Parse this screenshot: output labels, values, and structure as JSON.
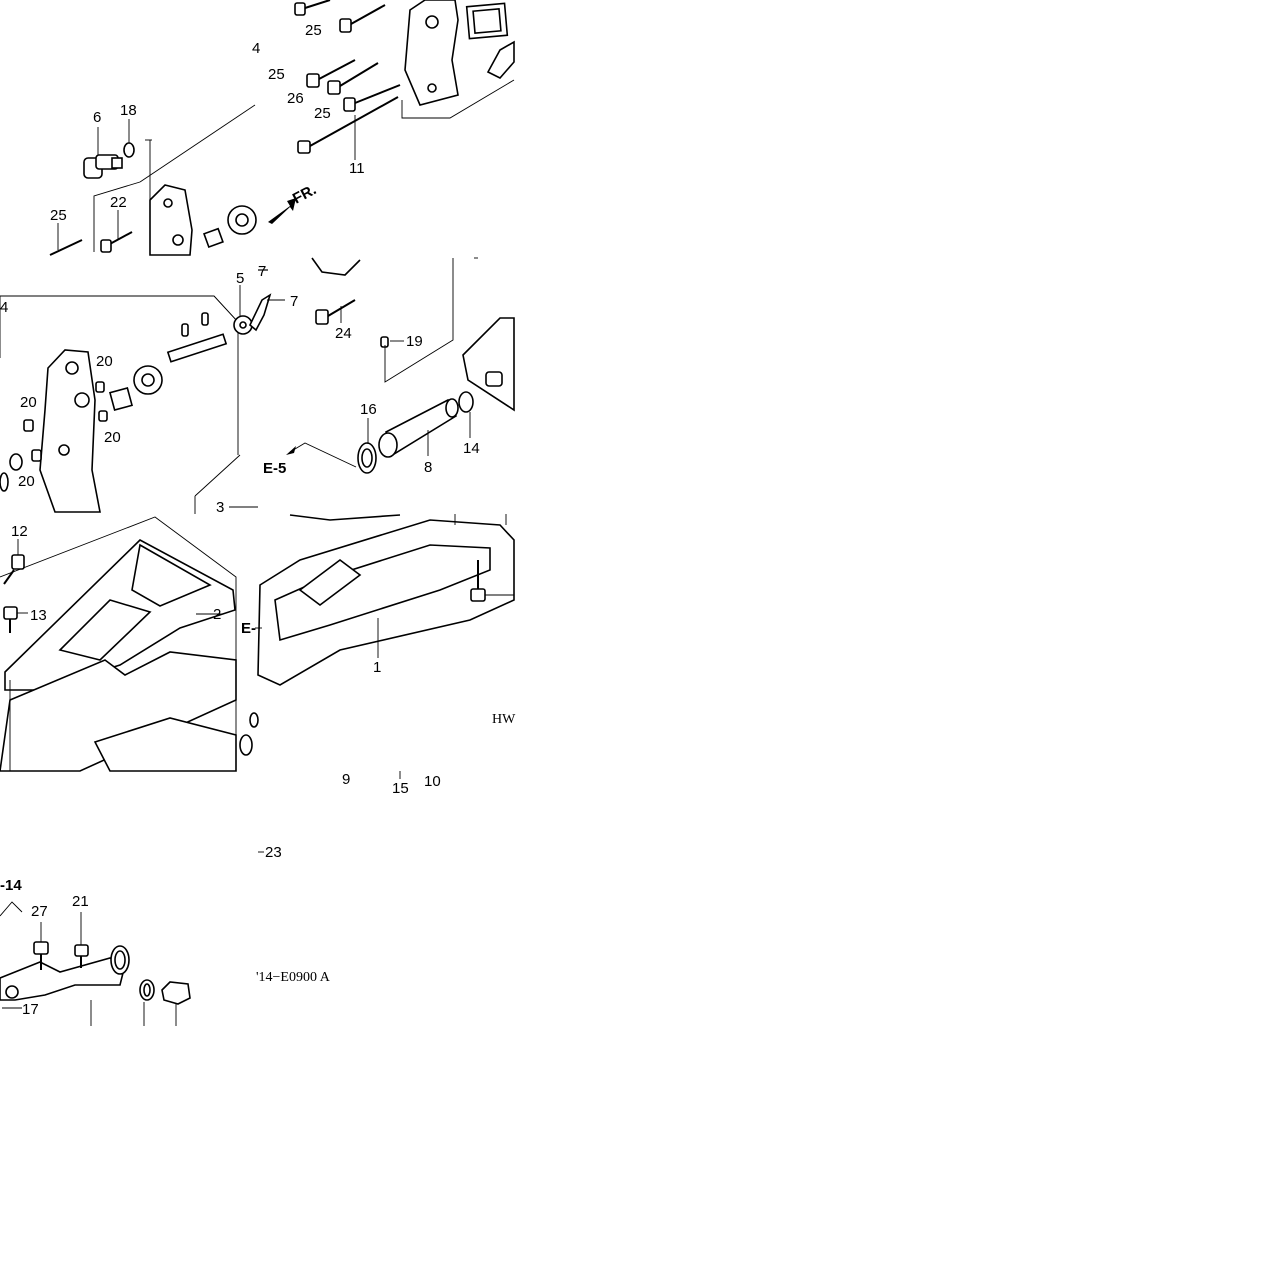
{
  "callouts": {
    "c25a": "25",
    "c25b": "25",
    "c25c": "25",
    "c25d": "25",
    "c26": "26",
    "c11": "11",
    "c6": "6",
    "c18": "18",
    "c22": "22",
    "c4a": "4",
    "c4b": "4",
    "c5": "5",
    "c7a": "7",
    "c7b": "7",
    "c24": "24",
    "c19": "19",
    "c20a": "20",
    "c20b": "20",
    "c20c": "20",
    "c20d": "20",
    "c16": "16",
    "c8": "8",
    "c14": "14",
    "c3": "3",
    "c12": "12",
    "c13": "13",
    "c2": "2",
    "c1": "1",
    "c9": "9",
    "c15": "15",
    "c10": "10",
    "c23": "23",
    "c27": "27",
    "c21": "21",
    "c17": "17"
  },
  "refs": {
    "e5": "E-5",
    "e_partial": "E-",
    "e14": "-14",
    "fr_arrow": "FR.",
    "hw": "HW",
    "drawing_code": "'14−E0900 A"
  },
  "colors": {
    "ink": "#000000",
    "paper": "#ffffff"
  }
}
